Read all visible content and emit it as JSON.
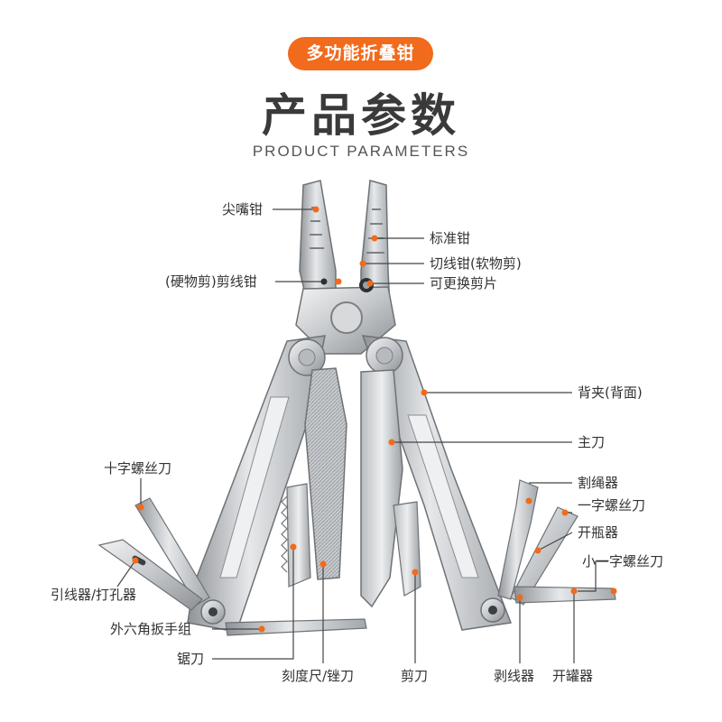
{
  "header": {
    "badge": "多功能折叠钳",
    "title": "产品参数",
    "subtitle": "PRODUCT PARAMETERS"
  },
  "colors": {
    "accent": "#f26a1b",
    "leader_line": "#444444",
    "title_text": "#3a3a3a",
    "tool_steel": "#c9cccf"
  },
  "labels": {
    "needle_nose": "尖嘴钳",
    "standard_pliers": "标准钳",
    "wire_cutter_hard": "(硬物剪)剪线钳",
    "wire_cutter_soft": "切线钳(软物剪)",
    "replaceable_blade": "可更换剪片",
    "back_clip": "背夹(背面)",
    "main_knife": "主刀",
    "phillips_screwdriver": "十字螺丝刀",
    "rope_cutter": "割绳器",
    "flat_screwdriver": "一字螺丝刀",
    "bottle_opener": "开瓶器",
    "small_flat_screwdriver": "小一字螺丝刀",
    "awl_punch": "引线器/打孔器",
    "hex_wrench": "外六角扳手组",
    "saw": "锯刀",
    "ruler_file": "刻度尺/锉刀",
    "scissors": "剪刀",
    "wire_stripper": "剥线器",
    "can_opener": "开罐器"
  }
}
